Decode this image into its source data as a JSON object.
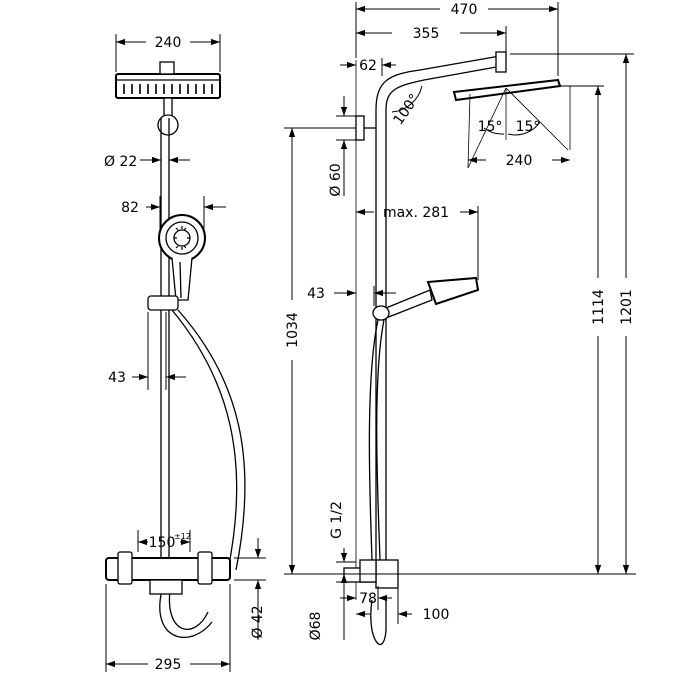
{
  "drawing": {
    "left_view": {
      "dims": {
        "head_width": "240",
        "pipe_diameter": "Ø 22",
        "hand_shower_offset": "82",
        "rail_to_hose": "43",
        "mixer_spacing": "150",
        "mixer_spacing_tol": "±12",
        "mixer_diameter": "Ø 42",
        "mixer_length": "295"
      }
    },
    "right_view": {
      "dims": {
        "overall_projection": "470",
        "arm_projection": "355",
        "wall_bracket": "62",
        "arm_angle": "100°",
        "head_width": "240",
        "head_tilt_left": "15°",
        "head_tilt_right": "15°",
        "bracket_diameter": "Ø 60",
        "max_projection": "max. 281",
        "hand_shower_clearance": "43",
        "rail_height": "1034",
        "hand_shower_height": "1114",
        "overall_height": "1201",
        "thread": "G 1/2",
        "valve_offset": "78",
        "outlet_diameter": "Ø68",
        "valve_projection": "100"
      }
    }
  }
}
